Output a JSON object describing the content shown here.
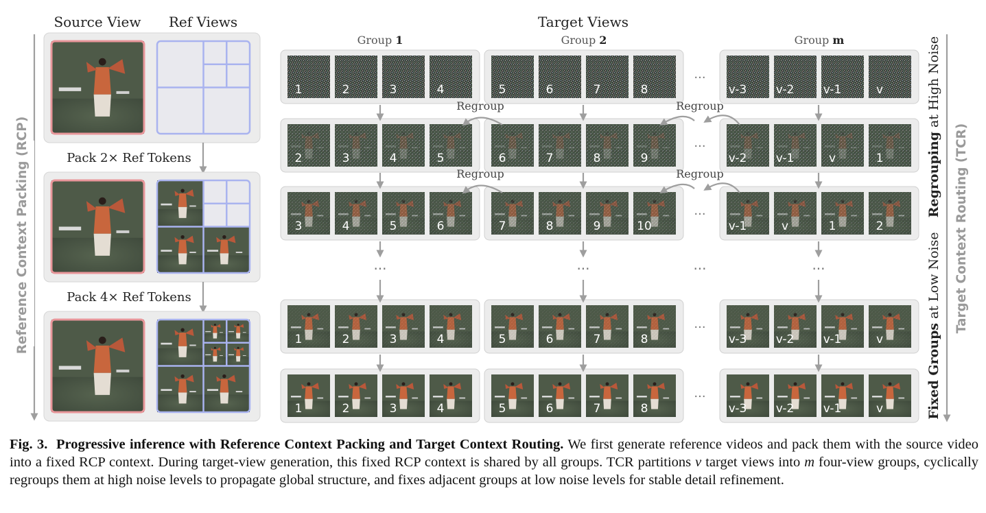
{
  "figure": {
    "headers": {
      "source_view": "Source View",
      "ref_views": "Ref Views",
      "target_views": "Target Views"
    },
    "pack_labels": [
      "Pack 2× Ref Tokens",
      "Pack 4× Ref Tokens"
    ],
    "left_side_label": "Reference Context Packing (RCP)",
    "right_side_label": "Target Context Routing (TCR)",
    "right_top_label": {
      "bold": "Regrouping",
      "rest": " at High Noise"
    },
    "right_bottom_label": {
      "bold": "Fixed Groups",
      "rest": " at Low Noise"
    },
    "groups": [
      {
        "prefix": "Group ",
        "bold": "1"
      },
      {
        "prefix": "Group ",
        "bold": "2"
      },
      {
        "prefix": "Group ",
        "bold": "m"
      }
    ],
    "regroup_label": "Regroup",
    "ellipsis": "···",
    "rows": [
      [
        [
          "1",
          "2",
          "3",
          "4"
        ],
        [
          "5",
          "6",
          "7",
          "8"
        ],
        [
          "v-3",
          "v-2",
          "v-1",
          "v"
        ]
      ],
      [
        [
          "2",
          "3",
          "4",
          "5"
        ],
        [
          "6",
          "7",
          "8",
          "9"
        ],
        [
          "v-2",
          "v-1",
          "v",
          "1"
        ]
      ],
      [
        [
          "3",
          "4",
          "5",
          "6"
        ],
        [
          "7",
          "8",
          "9",
          "10"
        ],
        [
          "v-1",
          "v",
          "1",
          "2"
        ]
      ],
      [
        [
          "1",
          "2",
          "3",
          "4"
        ],
        [
          "5",
          "6",
          "7",
          "8"
        ],
        [
          "v-3",
          "v-2",
          "v-1",
          "v"
        ]
      ],
      [
        [
          "1",
          "2",
          "3",
          "4"
        ],
        [
          "5",
          "6",
          "7",
          "8"
        ],
        [
          "v-3",
          "v-2",
          "v-1",
          "v"
        ]
      ]
    ],
    "colors": {
      "source_border": "#e8969a",
      "ref_border": "#a9b3ef",
      "panel_bg": "#ececec",
      "arrow": "#9e9e9e",
      "scene_bg": "#4e5a48"
    }
  },
  "caption": {
    "fig": "Fig. 3.",
    "title": "Progressive inference with Reference Context Packing and Target Context Routing.",
    "text_1": " We first generate reference videos and pack them with the source video into a fixed RCP context. During target-view generation, this fixed RCP context is shared by all groups. TCR partitions ",
    "var_v": "v",
    "text_2": " target views into ",
    "var_m": "m",
    "text_3": " four-view groups, cyclically regroups them at high noise levels to propagate global structure, and fixes adjacent groups at low noise levels for stable detail refinement."
  }
}
